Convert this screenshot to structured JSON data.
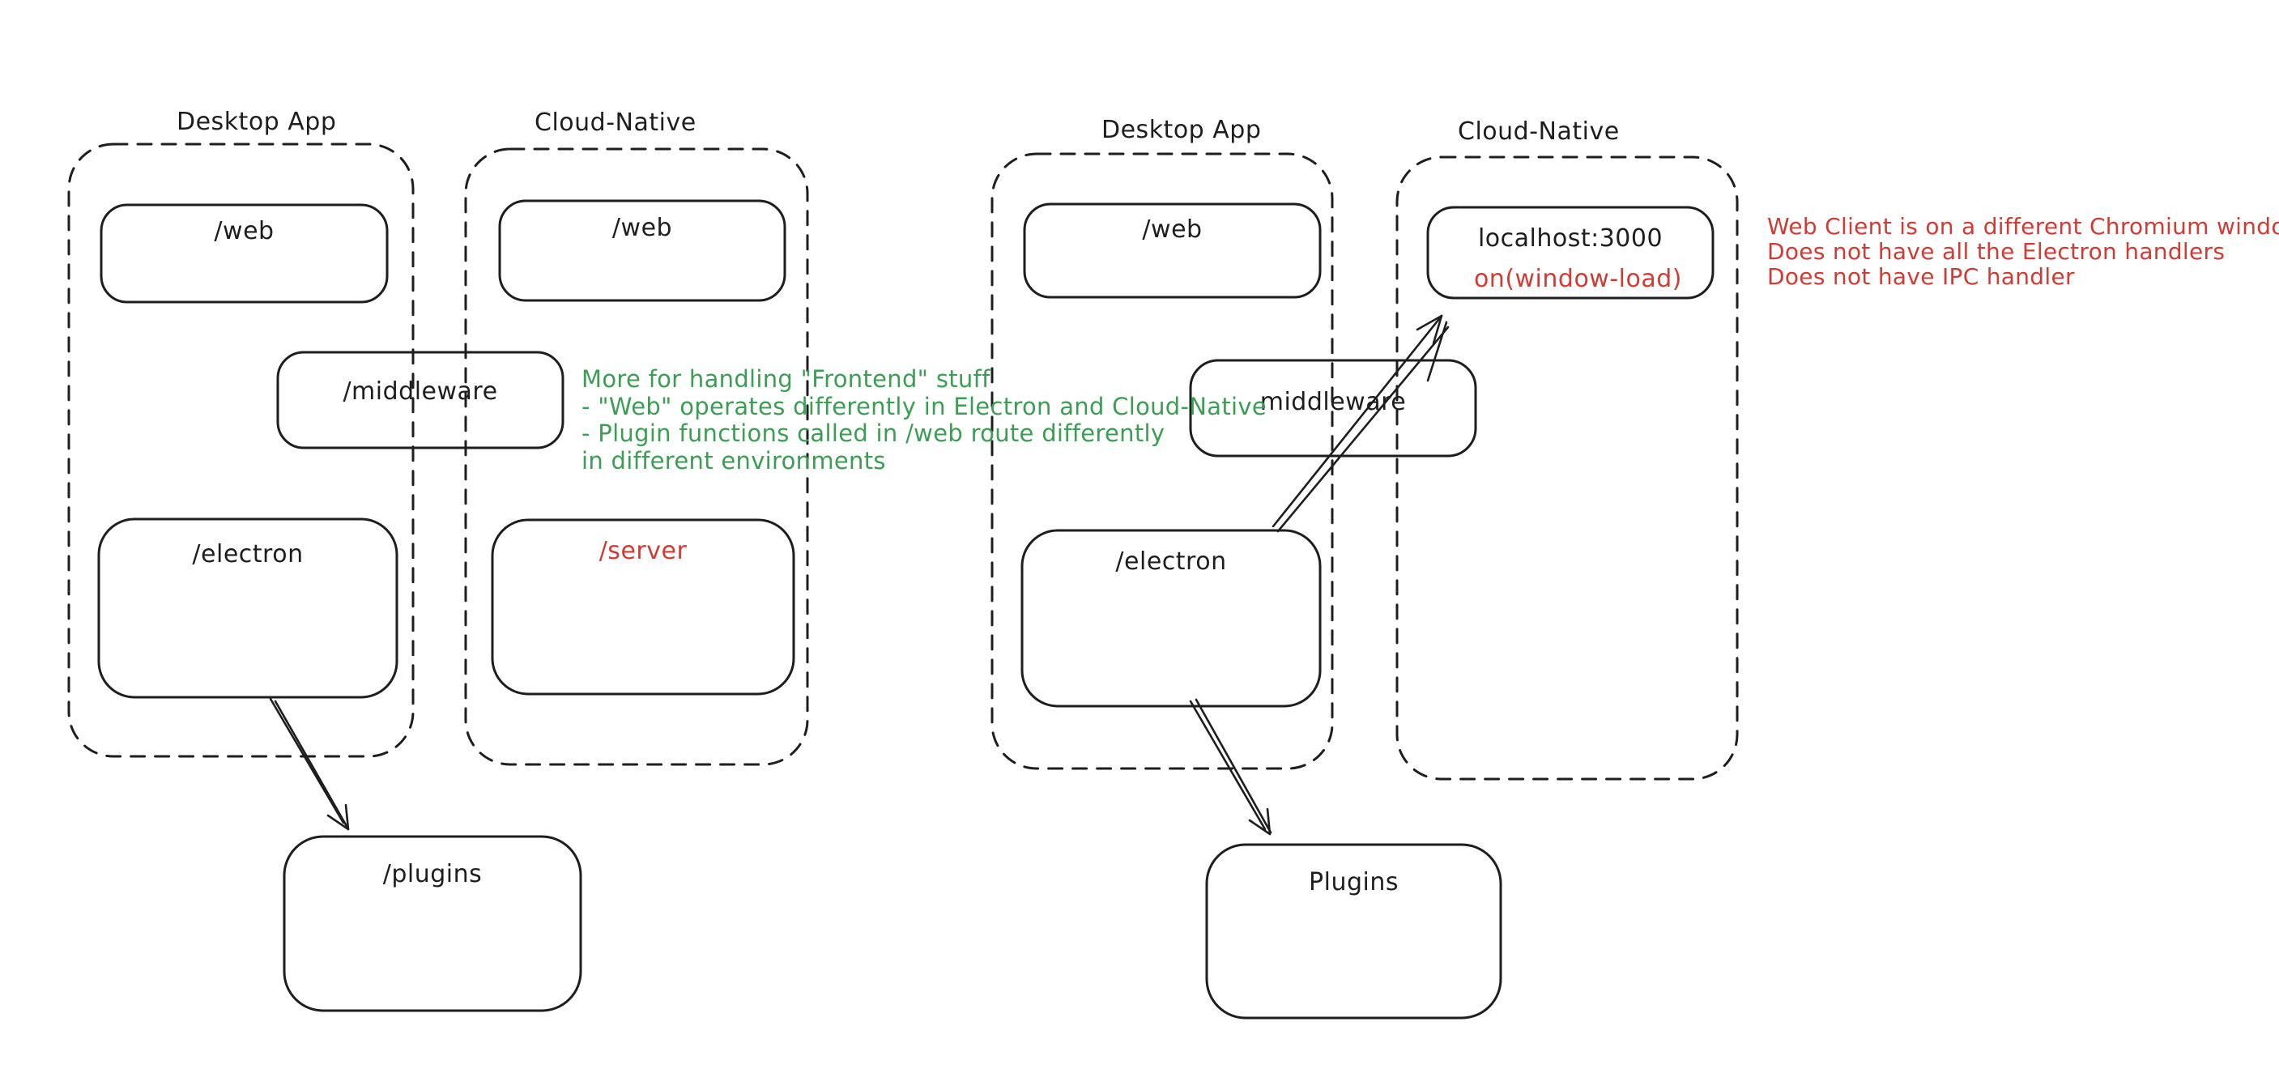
{
  "canvas": {
    "background": "#ffffff",
    "ink_color": "#1e1e1e",
    "green_color": "#3a9e53",
    "red_color": "#d23b33"
  },
  "left_diagram": {
    "desktop_title": "Desktop App",
    "cloud_title": "Cloud-Native",
    "web_box_desktop": "/web",
    "web_box_cloud": "/web",
    "middleware_box": "/middleware",
    "electron_box": "/electron",
    "server_box": "/server",
    "plugins_box": "/plugins"
  },
  "right_diagram": {
    "desktop_title": "Desktop App",
    "cloud_title": "Cloud-Native",
    "web_box": "/web",
    "localhost_box": "localhost:3000",
    "localhost_sub": "on(window-load)",
    "middleware_box": "middleware",
    "electron_box": "/electron",
    "plugins_box": "Plugins"
  },
  "notes": {
    "green": {
      "lines": [
        "More for handling \"Frontend\" stuff",
        "- \"Web\" operates differently in Electron and Cloud-Native",
        "- Plugin functions called in /web route differently",
        "in different environments"
      ]
    },
    "red": {
      "lines": [
        "Web Client is on a different Chromium window",
        "Does not have all the Electron handlers",
        "Does not have IPC handler"
      ]
    }
  }
}
